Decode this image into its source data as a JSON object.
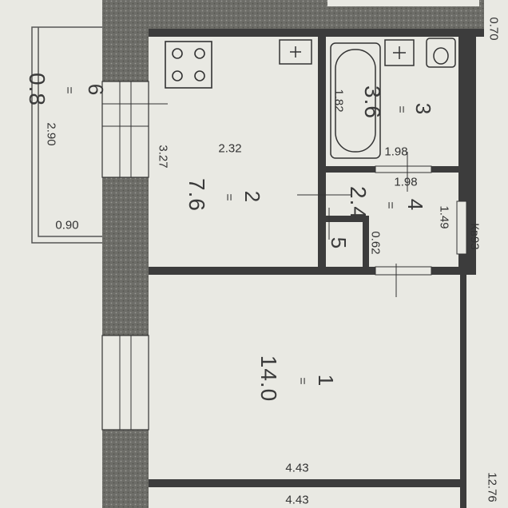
{
  "rooms": [
    {
      "number": "1",
      "area": "14.0"
    },
    {
      "number": "2",
      "area": "7.6"
    },
    {
      "number": "3",
      "area": "3.6"
    },
    {
      "number": "4",
      "area": "2.4"
    },
    {
      "number": "5"
    },
    {
      "number": "6",
      "area": "0.8"
    }
  ],
  "equals_sign": "=",
  "dimensions": {
    "top_right": "0.70",
    "bathtub_length": "1.82",
    "room3_width": "1.98",
    "room4_width": "1.98",
    "kitchen_width": "2.32",
    "kitchen_length": "3.27",
    "balcony_length": "2.90",
    "balcony_width": "0.90",
    "room4_length": "1.49",
    "closet_width": "0.62",
    "room1_width": "4.43",
    "bottom_width": "4.43",
    "total_length": "12.76"
  },
  "apartment_label": "Кв93"
}
